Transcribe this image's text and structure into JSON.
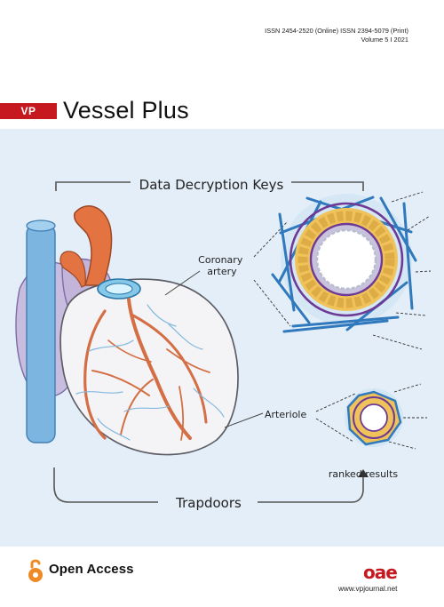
{
  "header": {
    "issn_line": "ISSN 2454-2520 (Online)  ISSN 2394-5079 (Print)",
    "volume_line": "Volume 5  I  2021"
  },
  "brand": {
    "badge": "VP",
    "title": "Vessel Plus",
    "badge_color": "#c6181f"
  },
  "illustration": {
    "top_label": "Data Decryption Keys",
    "coronary_label": "Coronary\nartery",
    "coronary_label_line1": "Coronary",
    "coronary_label_line2": "artery",
    "arteriole_label": "Arteriole",
    "ranked_label": "ranked results",
    "bottom_label": "Trapdoors",
    "background_color": "#e3eef8",
    "heart_colors": {
      "aorta": "#e37441",
      "vena_cava": "#7cb5df",
      "atrium": "#bfb2d9",
      "myocardium": "#f4f4f6",
      "coronary_vessels": "#d46f45",
      "capillaries": "#83b8df"
    },
    "vessel_colors": {
      "adventitia_fibers": "#3079bd",
      "outer_ring": "#6d3a95",
      "media": "#f0c35a",
      "lumen": "#ffffff"
    }
  },
  "footer": {
    "open_access": "Open Access",
    "publisher_logo": "oae",
    "website": "www.vpjournal.net",
    "accent_color": "#f08a25"
  }
}
